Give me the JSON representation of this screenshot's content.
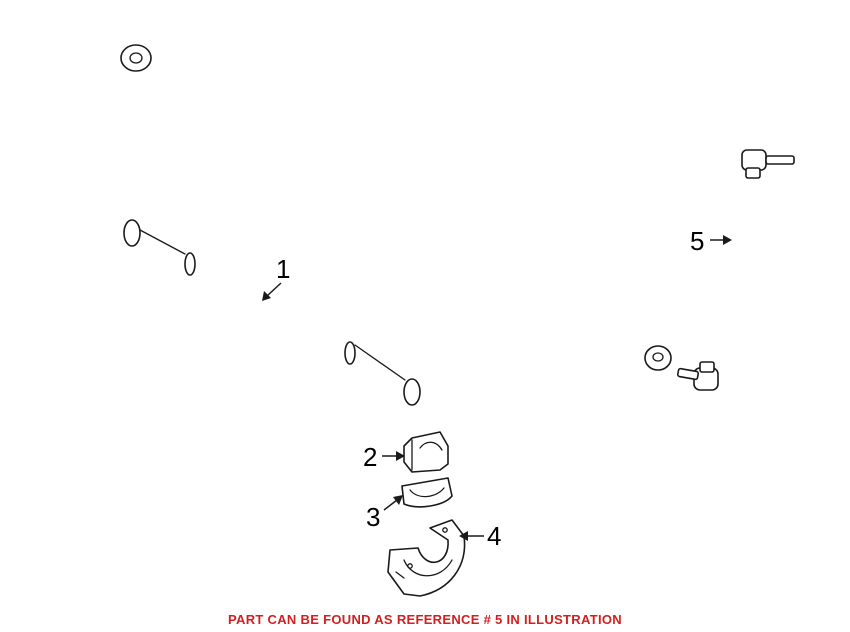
{
  "callouts": {
    "c1": "1",
    "c2": "2",
    "c3": "3",
    "c4": "4",
    "c5": "5"
  },
  "parts": [
    {
      "ref": "1",
      "icon": "stabilizer-bar-icon"
    },
    {
      "ref": "2",
      "icon": "bushing-upper-icon"
    },
    {
      "ref": "3",
      "icon": "bushing-lower-icon"
    },
    {
      "ref": "4",
      "icon": "bushing-bracket-icon"
    },
    {
      "ref": "5",
      "icon": "stabilizer-link-icon"
    }
  ],
  "footer": {
    "note": "PART CAN BE FOUND AS REFERENCE # 5 IN ILLUSTRATION"
  },
  "colors": {
    "note": "#d21f1f",
    "line": "#1a1a1a"
  }
}
